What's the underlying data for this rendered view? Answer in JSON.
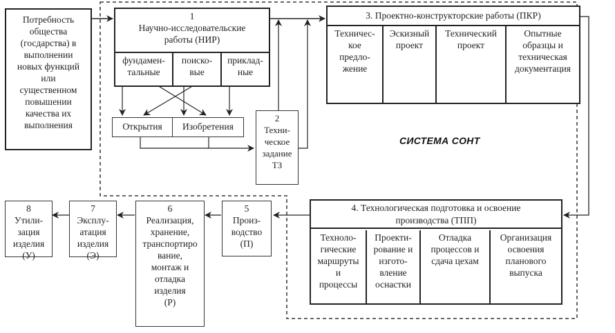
{
  "diagram": {
    "system_label": "СИСТЕМА СОНТ",
    "need_box": {
      "text": "Потребность\nобщества\n(госдарства) в\nвыполнении\nновых функций\nили\nсущественном\nповышении\nкачества их\nвыполнения"
    },
    "nir": {
      "number": "1",
      "title": "Научно-исследовательские\nработы (НИР)",
      "subtypes": [
        "фундамен-\nтальные",
        "поиско-\nвые",
        "приклад-\nные"
      ],
      "results": [
        "Открытия",
        "Изобретения"
      ]
    },
    "tz": {
      "number": "2",
      "title": "Техни-\nческое\nзадание\nТЗ"
    },
    "pkr": {
      "title": "3. Проектно-конструкторские работы (ПКР)",
      "stages": [
        "Техничес-\nкое\nпредло-\nжение",
        "Эскизный\nпроект",
        "Технический\nпроект",
        "Опытные\nобразцы и\nтехническая\nдокументация"
      ]
    },
    "tpp": {
      "title": "4. Технологическая подготовка и освоение\nпроизводства (ТПП)",
      "stages": [
        "Техноло-\nгические\nмаршруты\nи\nпроцессы",
        "Проекти-\nрование и\nизгото-\nвление\nоснастки",
        "Отладка\nпроцессов и\nсдача цехам",
        "Организация\nосвоения\nпланового\nвыпуска"
      ]
    },
    "lifecycle": [
      {
        "number": "5",
        "title": "Произ-\nводство\n(П)"
      },
      {
        "number": "6",
        "title": "Реализация,\nхранение,\nтранспортиро\nвание,\nмонтаж и\nотладка\nизделия\n(Р)"
      },
      {
        "number": "7",
        "title": "Эксплу-\nатация\nизделия\n(Э)"
      },
      {
        "number": "8",
        "title": "Утили-\nзация\nизделия\n(У)"
      }
    ]
  }
}
